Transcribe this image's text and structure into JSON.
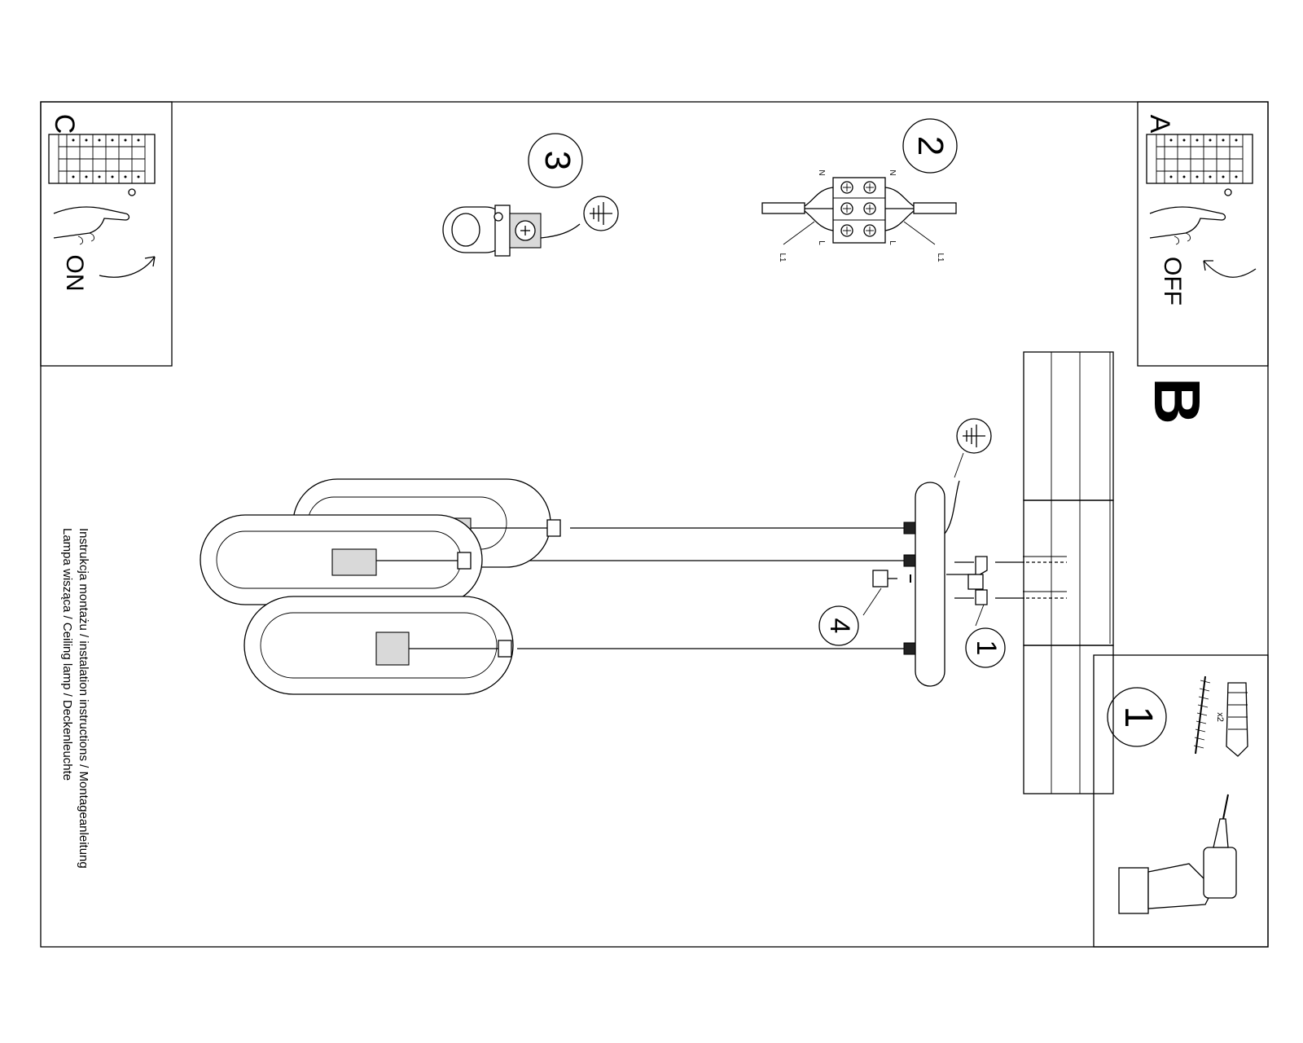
{
  "panels": {
    "a": {
      "letter": "A",
      "label": "OFF"
    },
    "b": {
      "letter": "B"
    },
    "c": {
      "letter": "C",
      "label": "ON"
    }
  },
  "steps": {
    "one": "1",
    "two": "2",
    "three": "3",
    "four": "4",
    "callout_one": "1"
  },
  "wiring": {
    "n_left": "N",
    "n_right": "N",
    "l_left": "L",
    "l_right": "L",
    "l1_left": "L1",
    "l1_right": "L1"
  },
  "hardware": {
    "quantity": "x2"
  },
  "title": {
    "line1": "Instrukcja montażu / instalation instructions / Montageanleitung",
    "line2": "Lampa wisząca / Ceiling lamp / Deckenleuchte"
  },
  "icons": [
    "breaker-panel-icon",
    "hand-icon",
    "curved-arrow-icon",
    "ground-symbol-icon",
    "terminal-block-icon",
    "ground-clamp-icon",
    "drill-icon",
    "wall-plug-icon",
    "screw-icon",
    "mounting-bracket-icon",
    "ceiling-canopy-icon",
    "pendant-lamp-icon"
  ]
}
